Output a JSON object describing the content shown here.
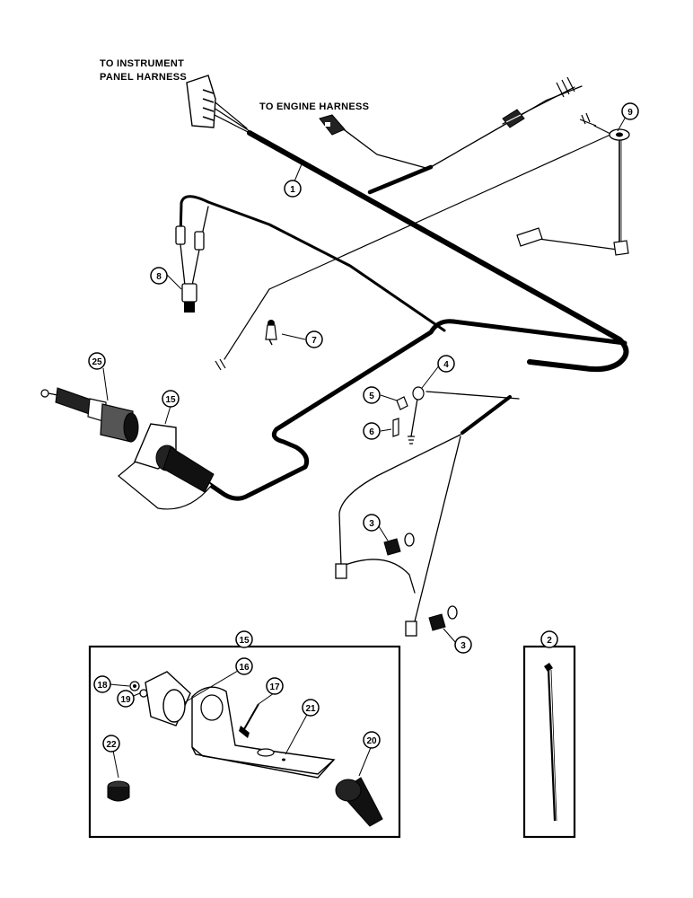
{
  "labels": {
    "instrument_panel_line1": "TO INSTRUMENT",
    "instrument_panel_line2": "PANEL HARNESS",
    "engine_harness": "TO ENGINE HARNESS"
  },
  "callouts": {
    "c1": "1",
    "c2": "2",
    "c3a": "3",
    "c3b": "3",
    "c4": "4",
    "c5": "5",
    "c6": "6",
    "c7": "7",
    "c8": "8",
    "c9": "9",
    "c15a": "15",
    "c15b": "15",
    "c16": "16",
    "c17": "17",
    "c18": "18",
    "c19": "19",
    "c20": "20",
    "c21": "21",
    "c22": "22",
    "c25": "25"
  },
  "colors": {
    "ink": "#000000",
    "paper": "#ffffff"
  }
}
